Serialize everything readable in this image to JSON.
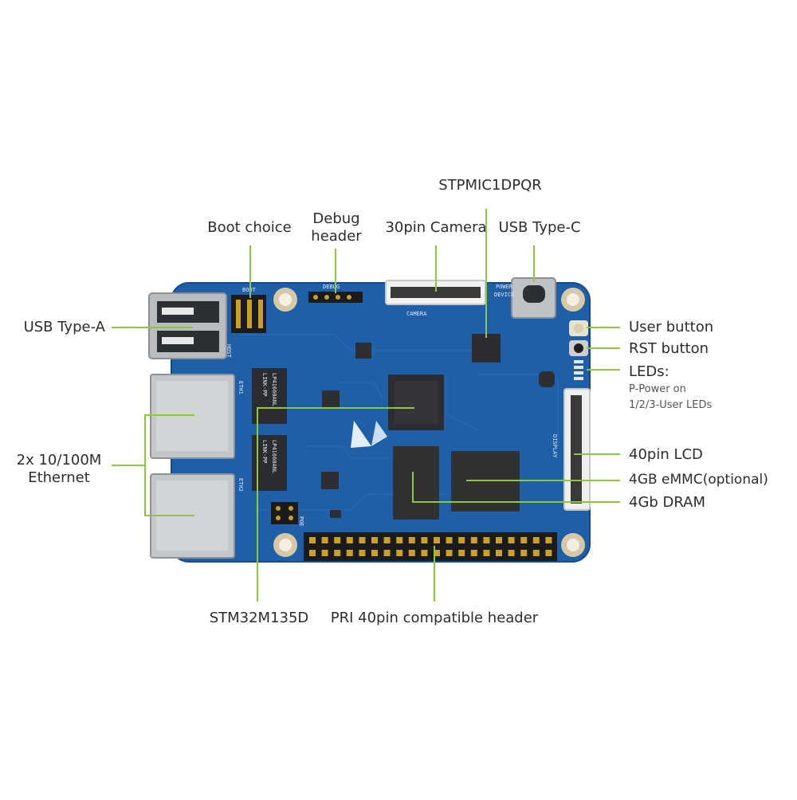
{
  "colors": {
    "callout_line": "#8dc63f",
    "board": "#1f5fa8",
    "board_edge": "#174b87",
    "text": "#2d2d2d"
  },
  "callouts": {
    "stpmic": "STPMIC1DPQR",
    "boot_choice": "Boot choice",
    "debug_line1": "Debug",
    "debug_line2": "header",
    "camera": "30pin Camera",
    "usb_c": "USB Type-C",
    "usb_a": "USB Type-A",
    "ethernet_line1": "2x 10/100M",
    "ethernet_line2": "Ethernet",
    "user_button": "User button",
    "rst_button": "RST button",
    "leds": "LEDs:",
    "leds_detail1": "P-Power on",
    "leds_detail2": "1/2/3-User LEDs",
    "lcd": "40pin LCD",
    "emmc": "4GB eMMC(optional)",
    "dram": "4Gb DRAM",
    "stm32": "STM32M135D",
    "header_40pin": "PRI 40pin compatible header"
  },
  "silkscreen": {
    "boot": "BOOT",
    "debug": "DEBUG",
    "camera": "CAMERA",
    "power": "POWER",
    "device": "DEVICE",
    "host": "HOST",
    "display": "DISPLAY",
    "eth1": "ETH1",
    "eth2": "ETH2",
    "poe": "POE",
    "magnetics1": "LINK-PP",
    "magnetics2": "LINK-PP",
    "mag_part1": "LP41660ANL",
    "mag_part2": "LP41660ANL"
  }
}
